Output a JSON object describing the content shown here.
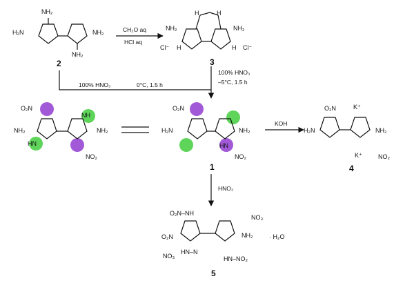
{
  "colors": {
    "purple": "#a259d8",
    "green": "#5fd45a",
    "ink": "#111111"
  },
  "compounds": {
    "c2": {
      "number": "2",
      "labels": {
        "n_top": "NH₂",
        "n_bottom": "NH₂",
        "nh2_left": "H₂N",
        "nh2_right": "NH₂"
      }
    },
    "c3": {
      "number": "3",
      "labels": {
        "nh_top": "H",
        "nh_top2": "H",
        "nh2_left": "NH₂",
        "nh2_right": "NH₂",
        "cl_left": "Cl⁻",
        "cl_right": "Cl⁻",
        "nh_left": "H",
        "nh_right": "H"
      }
    },
    "tautomer": {
      "labels": {
        "no2_top": "O₂N",
        "nh2_left": "NH₂",
        "nh2_right": "NH₂",
        "no2_bottom": "NO₂",
        "nh_left": "HN",
        "nh_right": "NH"
      }
    },
    "c1": {
      "number": "1",
      "labels": {
        "no2_top": "O₂N",
        "nh2_left": "H₂N",
        "nh2_right": "NH₂",
        "hn": "HN",
        "no2_bottom": "NO₂"
      }
    },
    "c4": {
      "number": "4",
      "labels": {
        "no2_top": "O₂N",
        "k_top": "K⁺",
        "nh2_left": "H₂N",
        "nh2_right": "NH₂",
        "k_bottom": "K⁺",
        "no2_bottom": "NO₂"
      }
    },
    "c5": {
      "number": "5",
      "labels": {
        "o2n_nh": "O₂N–NH",
        "no3_right": "NO₃",
        "o2n_left": "O₂N",
        "nh2_plus": "NH₂",
        "water": "· H₂O",
        "no3_left": "NO₃",
        "hn_left": "HN–N",
        "hn_no2": "HN–NO₂"
      }
    }
  },
  "conditions": {
    "step_2_to_3": {
      "top": "CH₂O aq",
      "bottom": "HCl aq"
    },
    "step_2_to_1": {
      "reagent": "100% HNO₃",
      "temp": "0°C, 1.5 h"
    },
    "step_3_to_1": {
      "reagent": "100% HNO₃",
      "temp": "–5°C, 1.5 h"
    },
    "step_1_to_4": {
      "reagent": "KOH"
    },
    "step_1_to_5": {
      "reagent": "HNO₃"
    }
  }
}
